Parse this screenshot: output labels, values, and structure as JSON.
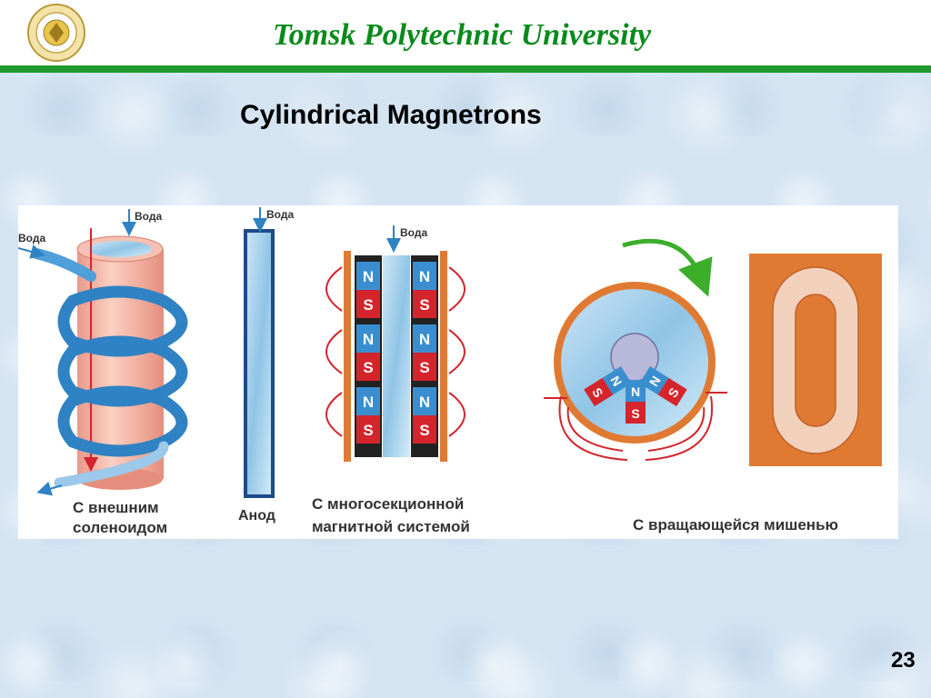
{
  "header": {
    "title": "Tomsk Polytechnic University"
  },
  "slide": {
    "subtitle": "Cylindrical Magnetrons",
    "page_number": "23"
  },
  "diagram": {
    "water_label": "Вода",
    "anode_label": "Анод",
    "caption_solenoid_line1": "С внешним",
    "caption_solenoid_line2": "соленоидом",
    "caption_multisection_line1": "С многосекционной",
    "caption_multisection_line2": "магнитной системой",
    "caption_rotating": "С вращающейся мишенью",
    "pole_n": "N",
    "pole_s": "S"
  },
  "colors": {
    "brand_green": "#0a8a1c",
    "rule_green": "#1e9a2a",
    "magnet_blue": "#3a8ed0",
    "magnet_red": "#d4242c",
    "target_orange": "#e07a32",
    "coil_blue": "#2f82c4"
  }
}
